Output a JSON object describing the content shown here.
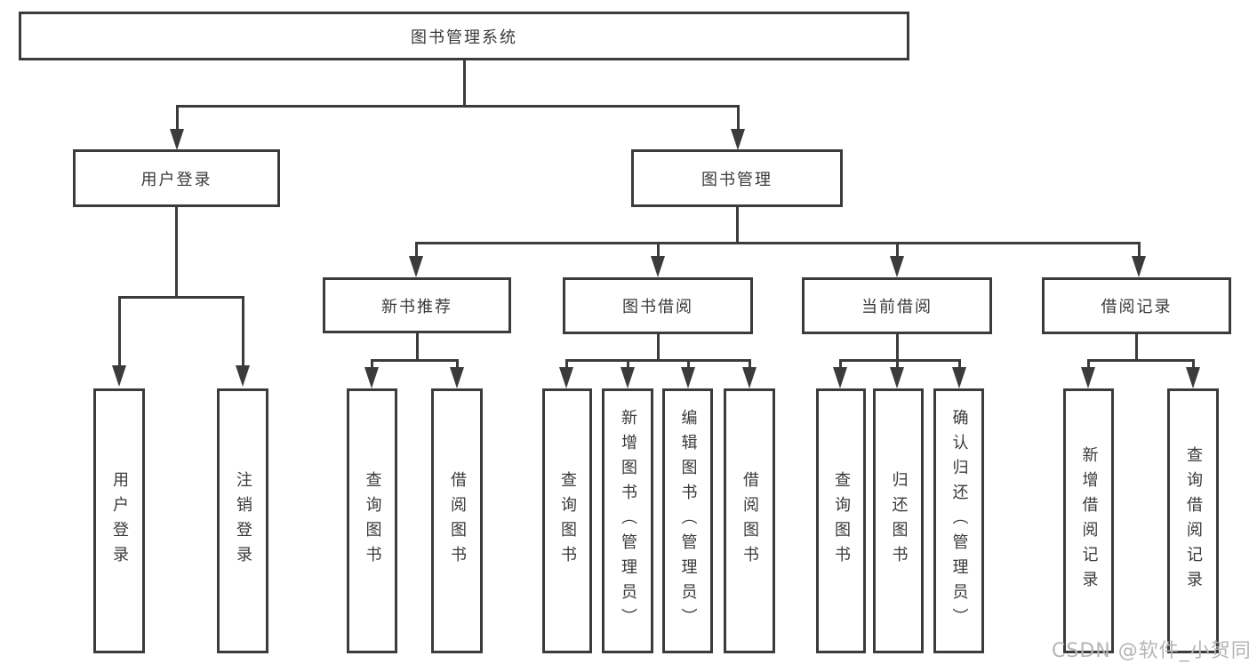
{
  "diagram": {
    "nodes": {
      "root": "图书管理系统",
      "user_login": "用户登录",
      "book_mgmt": "图书管理",
      "login": "用户登录",
      "logout": "注销登录",
      "new_book_rec": "新书推荐",
      "book_borrow": "图书借阅",
      "current_borrow": "当前借阅",
      "borrow_record": "借阅记录",
      "nb_query": "查询图书",
      "nb_borrow": "借阅图书",
      "bb_query": "查询图书",
      "bb_add": "新增图书（管理员）",
      "bb_edit": "编辑图书（管理员）",
      "bb_borrow": "借阅图书",
      "cb_query": "查询图书",
      "cb_return": "归还图书",
      "cb_confirm": "确认归还（管理员）",
      "br_add": "新增借阅记录",
      "br_query": "查询借阅记录"
    },
    "colors": {
      "line": "#3b3b3b",
      "text": "#3a3a3a",
      "box_background": "#ffffff",
      "page_background": "#ffffff",
      "watermark": "#b5b5b5"
    }
  },
  "watermark": {
    "text": "CSDN @软件_小贺同学"
  }
}
